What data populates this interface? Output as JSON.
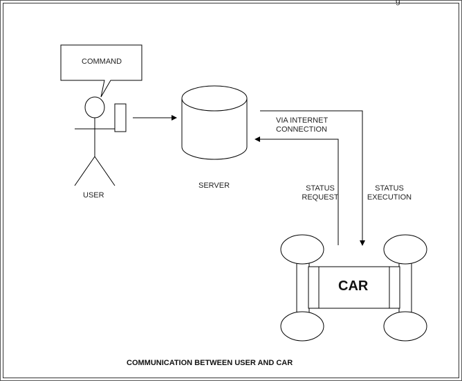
{
  "diagram": {
    "top_partial_text": "g",
    "command_label": "COMMAND",
    "user_label": "USER",
    "server_label": "SERVER",
    "via_internet_line1": "VIA INTERNET",
    "via_internet_line2": "CONNECTION",
    "status_request_line1": "STATUS",
    "status_request_line2": "REQUEST",
    "status_execution_line1": "STATUS",
    "status_execution_line2": "EXECUTION",
    "car_label": "CAR",
    "caption": "COMMUNICATION BETWEEN USER AND CAR"
  },
  "colors": {
    "stroke": "#000000",
    "background": "#ffffff",
    "text": "#222222"
  }
}
